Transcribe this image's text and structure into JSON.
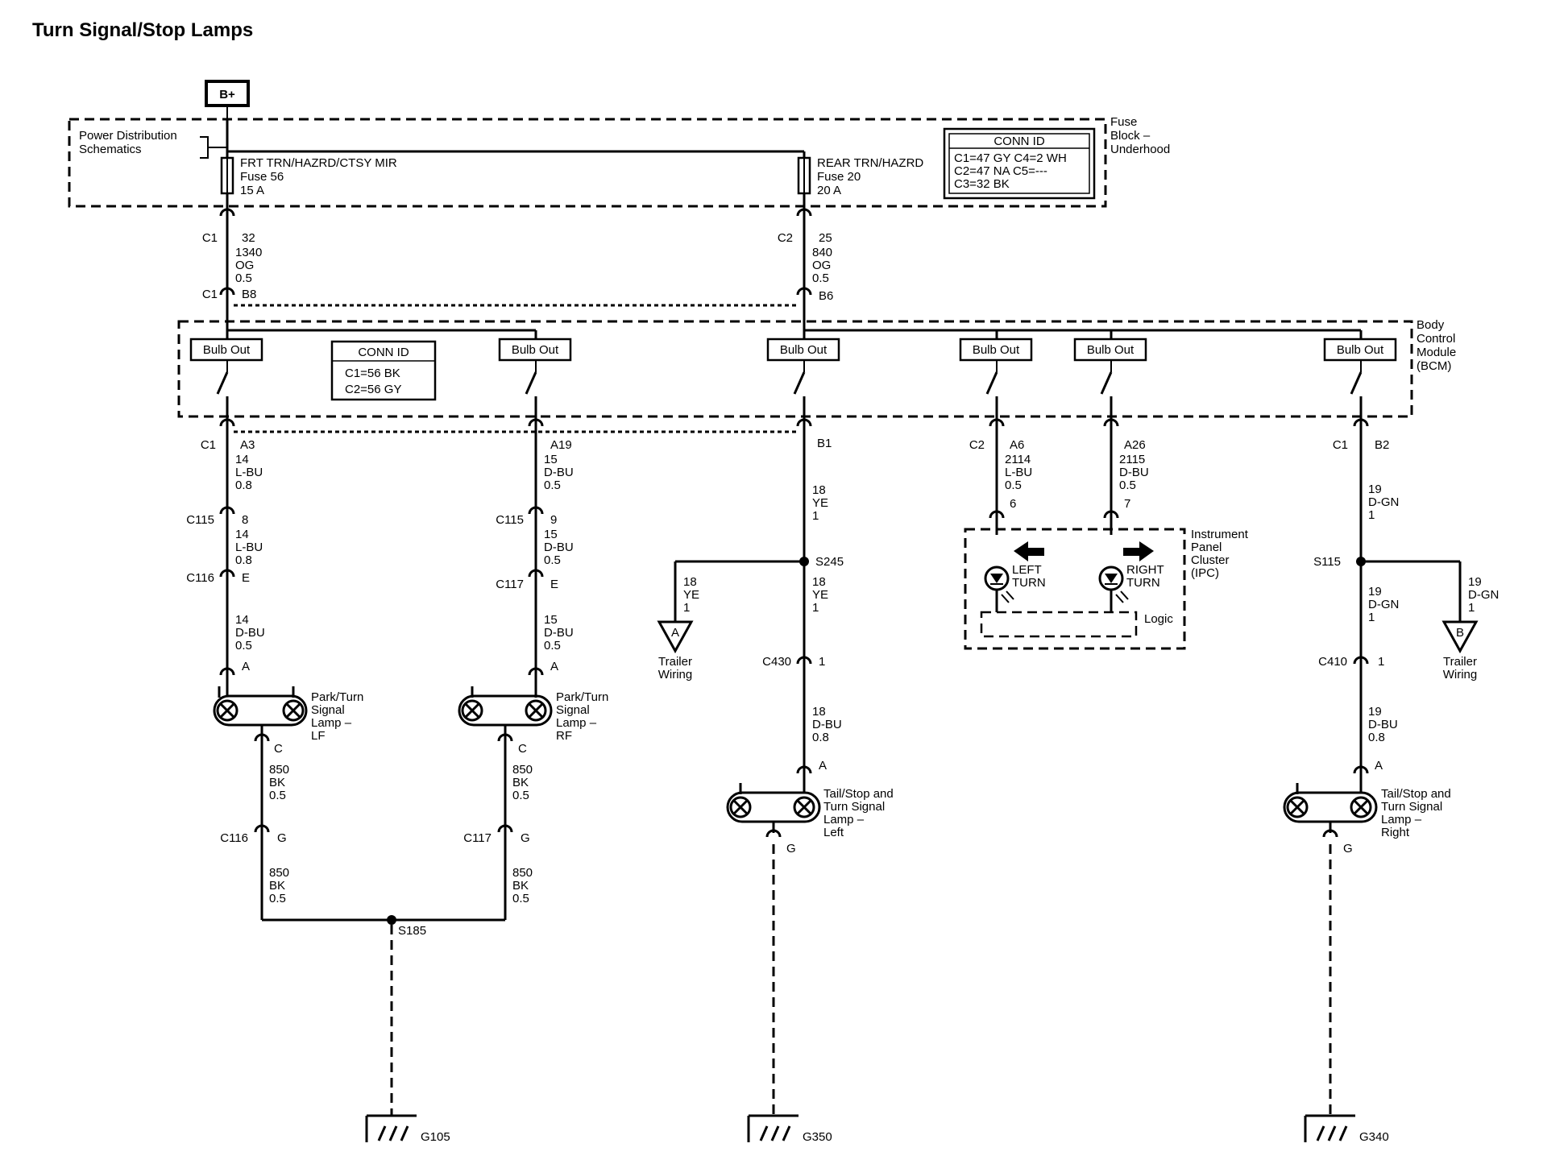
{
  "title": "Turn Signal/Stop Lamps",
  "power": {
    "bplus": "B+",
    "pds_line1": "Power Distribution",
    "pds_line2": "Schematics"
  },
  "fuse_block": {
    "label": [
      "Fuse",
      "Block –",
      "Underhood"
    ],
    "fuse56": [
      "FRT TRN/HAZRD/CTSY MIR",
      "Fuse 56",
      "15 A"
    ],
    "fuse20": [
      "REAR TRN/HAZRD",
      "Fuse 20",
      "20 A"
    ],
    "conn_id": {
      "header": "CONN ID",
      "rows": [
        "C1=47 GY   C4=2 WH",
        "C2=47 NA   C5=---",
        "C3=32 BK"
      ]
    }
  },
  "upper_wires": {
    "left": {
      "conn_top": "C1",
      "pin_top": "32",
      "circuit": [
        "1340",
        "OG",
        "0.5"
      ],
      "conn_bot": "C1",
      "pin_bot": "B8"
    },
    "right": {
      "conn_top": "C2",
      "pin_top": "25",
      "circuit": [
        "840",
        "OG",
        "0.5"
      ],
      "pin_bot": "B6"
    }
  },
  "bcm": {
    "label": [
      "Body",
      "Control",
      "Module",
      "(BCM)"
    ],
    "bulb_out": "Bulb Out",
    "conn_id": {
      "header": "CONN ID",
      "rows": [
        "C1=56 BK",
        "C2=56 GY"
      ]
    }
  },
  "lf": {
    "conn": "C1",
    "pin": "A3",
    "w1": [
      "14",
      "L-BU",
      "0.8"
    ],
    "c115": "C115",
    "c115_pin": "8",
    "w2": [
      "14",
      "L-BU",
      "0.8"
    ],
    "c116": "C116",
    "c116_pin": "E",
    "w3": [
      "14",
      "D-BU",
      "0.5"
    ],
    "lamp_pin": "A",
    "lamp": [
      "Park/Turn",
      "Signal",
      "Lamp –",
      "LF"
    ],
    "out_pin": "C",
    "w4": [
      "850",
      "BK",
      "0.5"
    ],
    "c116b": "C116",
    "c116b_pin": "G",
    "w5": [
      "850",
      "BK",
      "0.5"
    ]
  },
  "rf": {
    "pin": "A19",
    "w1": [
      "15",
      "D-BU",
      "0.5"
    ],
    "c115": "C115",
    "c115_pin": "9",
    "w2": [
      "15",
      "D-BU",
      "0.5"
    ],
    "c117": "C117",
    "c117_pin": "E",
    "w3": [
      "15",
      "D-BU",
      "0.5"
    ],
    "lamp_pin": "A",
    "lamp": [
      "Park/Turn",
      "Signal",
      "Lamp –",
      "RF"
    ],
    "out_pin": "C",
    "w4": [
      "850",
      "BK",
      "0.5"
    ],
    "c117b": "C117",
    "c117b_pin": "G",
    "w5": [
      "850",
      "BK",
      "0.5"
    ]
  },
  "splice_s185": "S185",
  "ground_g105": "G105",
  "left_rear": {
    "pin": "B1",
    "w1": [
      "18",
      "YE",
      "1"
    ],
    "splice": "S245",
    "trailer_w": [
      "18",
      "YE",
      "1"
    ],
    "trailer_tag": "A",
    "trailer_label": [
      "Trailer",
      "Wiring"
    ],
    "w2": [
      "18",
      "YE",
      "1"
    ],
    "c430": "C430",
    "c430_pin": "1",
    "w3": [
      "18",
      "D-BU",
      "0.8"
    ],
    "lamp_pin": "A",
    "lamp": [
      "Tail/Stop and",
      "Turn Signal",
      "Lamp –",
      "Left"
    ],
    "out_pin": "G",
    "ground": "G350"
  },
  "ipc": {
    "conn": "C2",
    "left_pin": "A6",
    "left_w": [
      "2114",
      "L-BU",
      "0.5"
    ],
    "left_pin2": "6",
    "right_pin": "A26",
    "right_w": [
      "2115",
      "D-BU",
      "0.5"
    ],
    "right_pin2": "7",
    "left_label": [
      "LEFT",
      "TURN"
    ],
    "right_label": [
      "RIGHT",
      "TURN"
    ],
    "logic": "Logic",
    "label": [
      "Instrument",
      "Panel",
      "Cluster",
      "(IPC)"
    ]
  },
  "right_rear": {
    "conn": "C1",
    "pin": "B2",
    "w1": [
      "19",
      "D-GN",
      "1"
    ],
    "splice": "S115",
    "trailer_w": [
      "19",
      "D-GN",
      "1"
    ],
    "trailer_tag": "B",
    "trailer_label": [
      "Trailer",
      "Wiring"
    ],
    "w2": [
      "19",
      "D-GN",
      "1"
    ],
    "c410": "C410",
    "c410_pin": "1",
    "w3": [
      "19",
      "D-BU",
      "0.8"
    ],
    "lamp_pin": "A",
    "lamp": [
      "Tail/Stop and",
      "Turn Signal",
      "Lamp –",
      "Right"
    ],
    "out_pin": "G",
    "ground": "G340"
  }
}
